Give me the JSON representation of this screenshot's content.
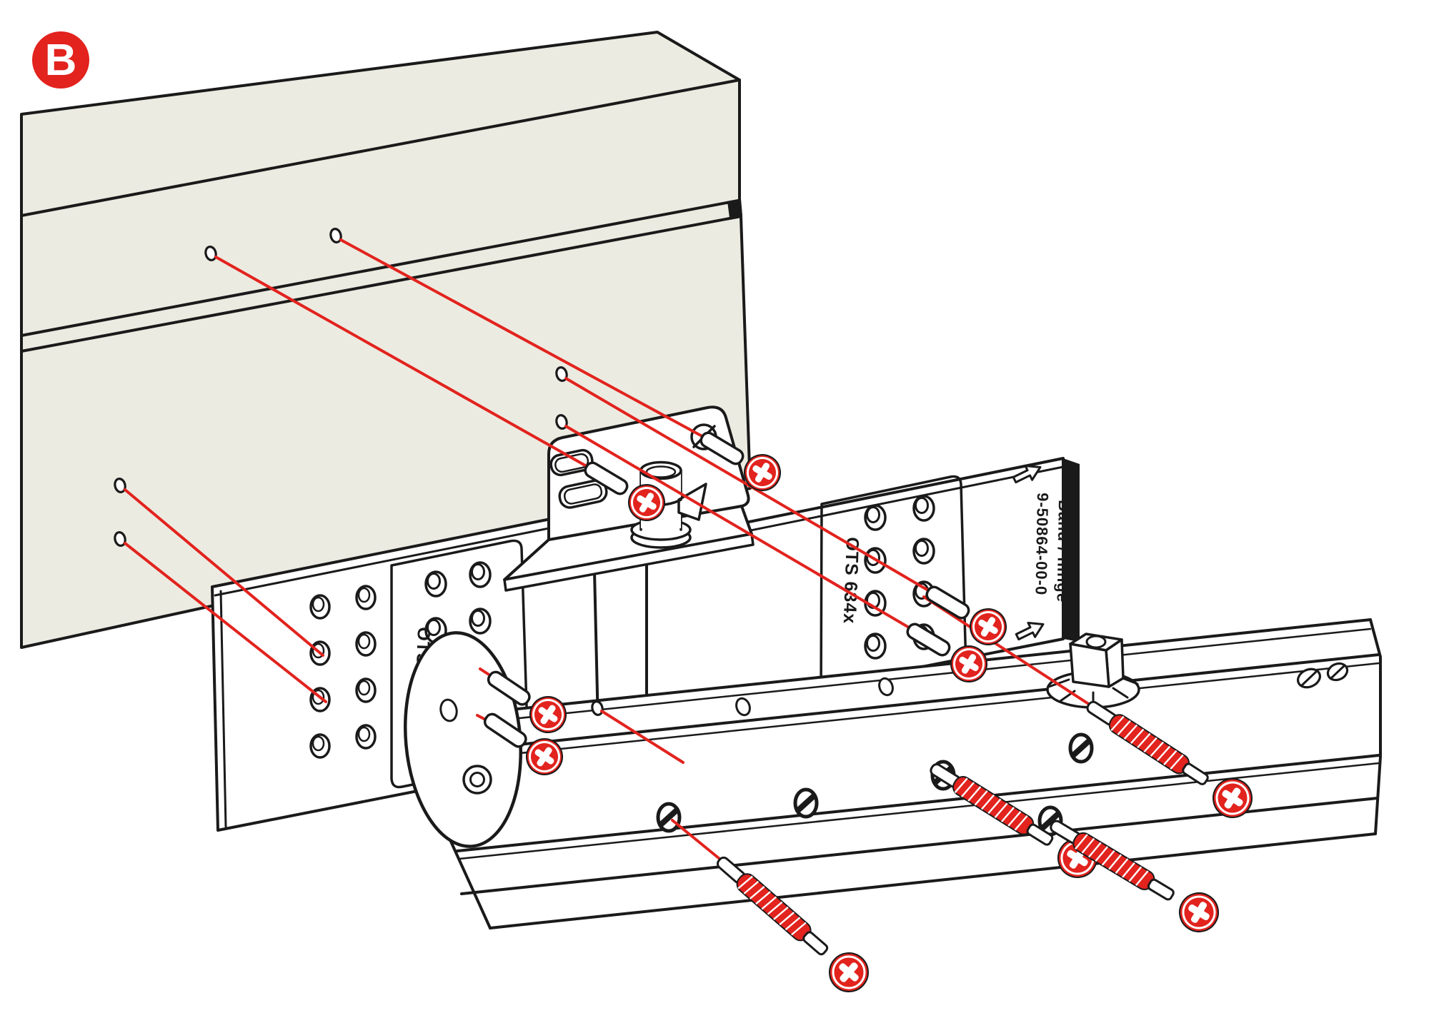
{
  "badge": {
    "label": "B"
  },
  "colors": {
    "accent_red": "#E2231E",
    "panel_beige": "#ECEBE1",
    "outline_black": "#1A1A1A",
    "surface_white": "#FFFFFF"
  },
  "mounting_plate_left": {
    "marking": "OTS 634x"
  },
  "mounting_plate_right": {
    "marking": "OTS 634x",
    "part_number": "9-50864-00-0",
    "orientation_label": "Band / hinge"
  },
  "icons": {
    "phillips_screw": "phillips-screw-icon",
    "long_phillips_screw": "long-phillips-screw-icon",
    "direction_arrow": "direction-arrow-icon",
    "pivot_pin": "pivot-pin-icon",
    "pinion_spindle": "pinion-spindle-icon",
    "mounting_hole": "mounting-hole-icon",
    "pilot_hole": "pilot-hole-icon"
  }
}
